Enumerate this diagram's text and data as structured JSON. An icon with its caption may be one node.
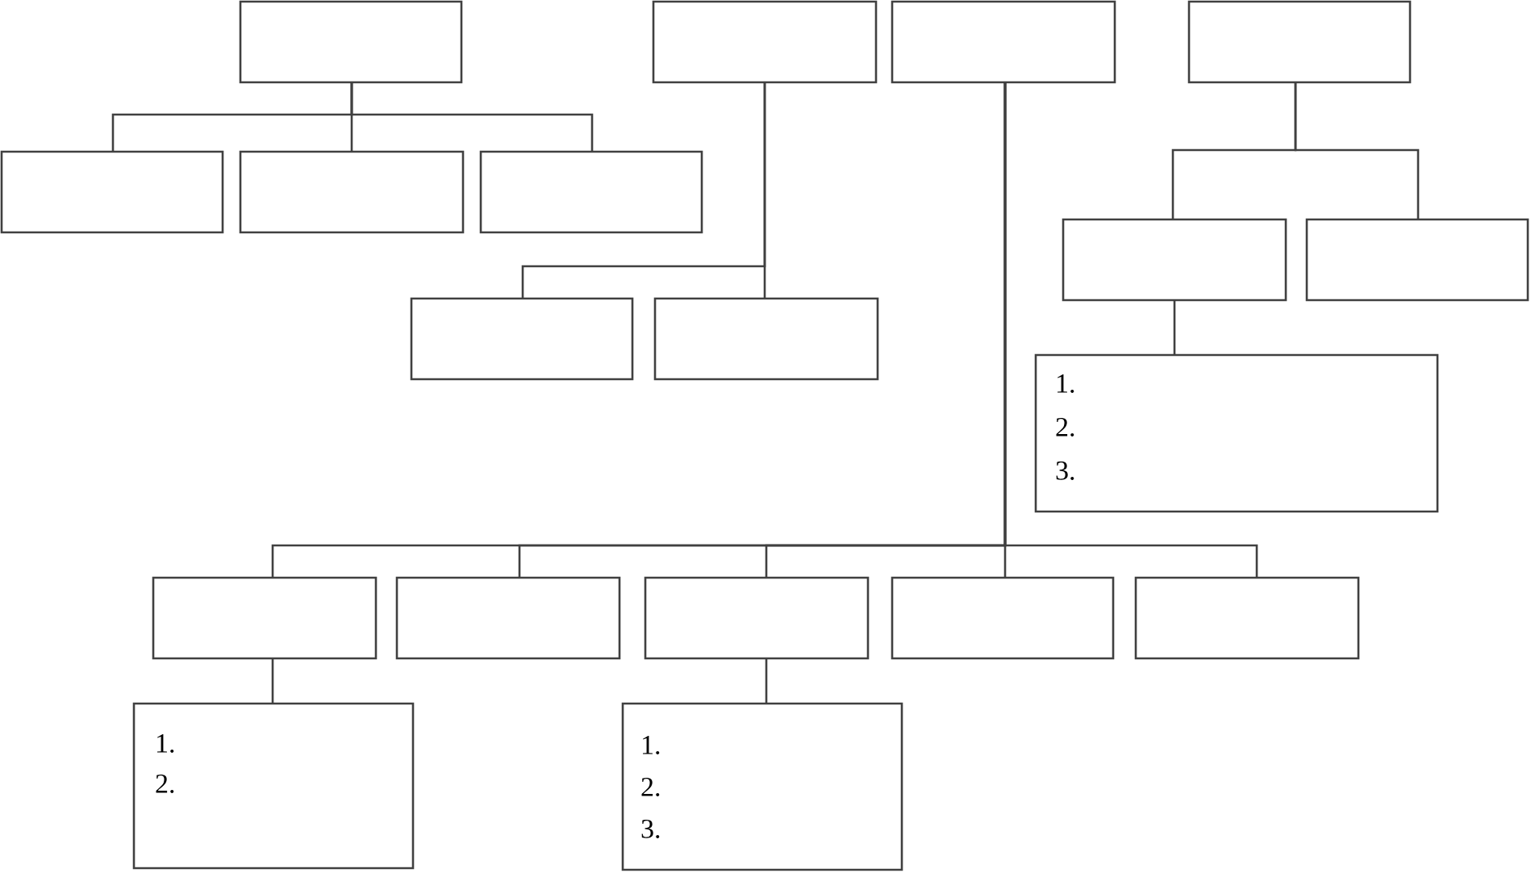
{
  "diagram": {
    "nodes": [
      {
        "text": [],
        "shape": "box"
      },
      {
        "text": [],
        "shape": "box"
      },
      {
        "text": [],
        "shape": "box"
      },
      {
        "text": [],
        "shape": "box"
      },
      {
        "text": [],
        "shape": "box"
      },
      {
        "text": [],
        "shape": "box"
      },
      {
        "text": [],
        "shape": "box"
      },
      {
        "text": [],
        "shape": "box"
      },
      {
        "text": [],
        "shape": "box"
      },
      {
        "text": [],
        "shape": "box"
      },
      {
        "text": [],
        "shape": "box"
      },
      {
        "text": [
          "1.",
          "2.",
          "3."
        ]
      },
      {
        "text": [],
        "shape": "box"
      },
      {
        "text": [],
        "shape": "box"
      },
      {
        "text": [],
        "shape": "box"
      },
      {
        "text": [],
        "shape": "box"
      },
      {
        "text": [],
        "shape": "box"
      },
      {
        "text": [
          "1.",
          "2."
        ]
      },
      {
        "text": [
          "1.",
          "2.",
          "3."
        ]
      }
    ],
    "edges": [
      {
        "from": 0,
        "to": 4,
        "arrow": "none"
      },
      {
        "from": 0,
        "to": 5,
        "arrow": "none"
      },
      {
        "from": 0,
        "to": 6,
        "arrow": "none"
      },
      {
        "from": 1,
        "to": 9,
        "arrow": "none"
      },
      {
        "from": 1,
        "to": 10,
        "arrow": "none"
      },
      {
        "from": 3,
        "to": 7,
        "arrow": "none"
      },
      {
        "from": 3,
        "to": 8,
        "arrow": "none"
      },
      {
        "from": 7,
        "to": 11,
        "arrow": "none"
      },
      {
        "from": 2,
        "to": 12,
        "arrow": "none"
      },
      {
        "from": 2,
        "to": 13,
        "arrow": "none"
      },
      {
        "from": 2,
        "to": 14,
        "arrow": "none"
      },
      {
        "from": 2,
        "to": 15,
        "arrow": "none"
      },
      {
        "from": 2,
        "to": 16,
        "arrow": "none"
      },
      {
        "from": 12,
        "to": 17,
        "arrow": "none"
      },
      {
        "from": 14,
        "to": 18,
        "arrow": "none"
      }
    ]
  }
}
